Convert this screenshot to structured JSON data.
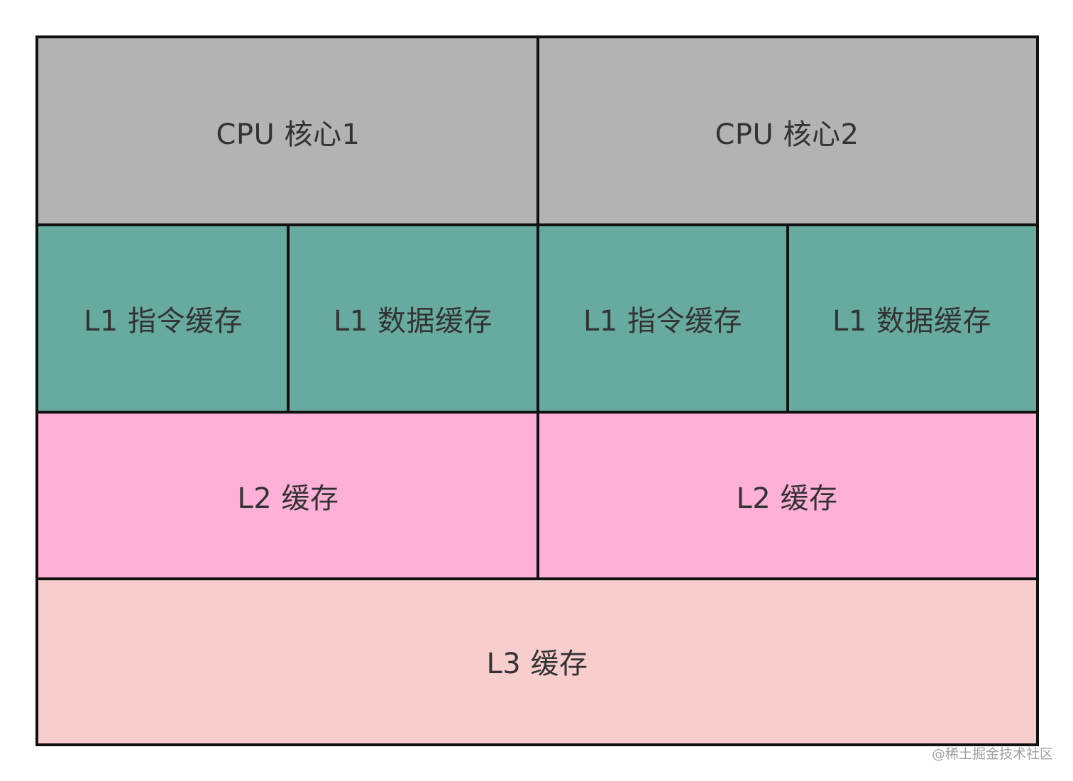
{
  "colors": {
    "cpu": "#b3b3b3",
    "l1": "#67ab9f",
    "l2": "#ffb0d7",
    "l3": "#f8cecc",
    "border": "#111111",
    "text": "#333333"
  },
  "cores": [
    {
      "label": "CPU 核心1",
      "l1": {
        "instruction": "L1 指令缓存",
        "data": "L1 数据缓存"
      },
      "l2": "L2 缓存"
    },
    {
      "label": "CPU 核心2",
      "l1": {
        "instruction": "L1 指令缓存",
        "data": "L1 数据缓存"
      },
      "l2": "L2 缓存"
    }
  ],
  "l3": "L3 缓存",
  "watermark": "@稀土掘金技术社区"
}
